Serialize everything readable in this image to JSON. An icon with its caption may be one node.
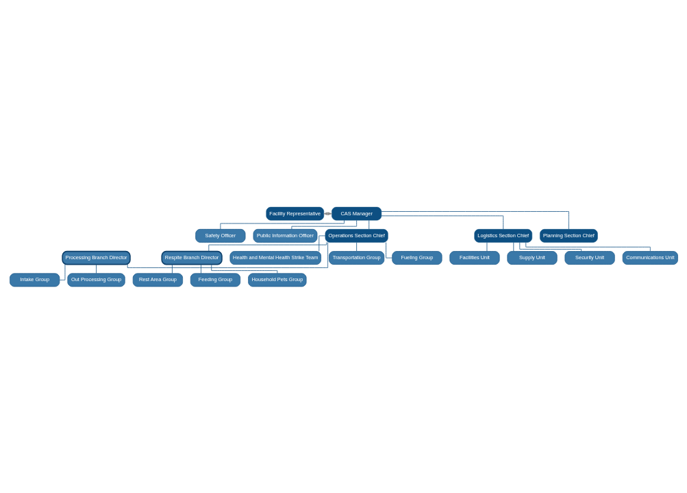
{
  "diagram": {
    "nodes": [
      {
        "text": [
          "Facility Representative"
        ]
      },
      {
        "text": [
          "CAS Manager"
        ]
      },
      {
        "text": [
          "Safety Officer"
        ]
      },
      {
        "text": [
          "Public Information Officer"
        ]
      },
      {
        "text": [
          "Operations Section Chief"
        ]
      },
      {
        "text": [
          "Logistics Section Chief"
        ]
      },
      {
        "text": [
          "Planning Section Chief"
        ]
      },
      {
        "text": [
          "Processing Branch Director"
        ]
      },
      {
        "text": [
          "Respite Branch Director"
        ]
      },
      {
        "text": [
          "Intake Group"
        ]
      },
      {
        "text": [
          "Out Processing Group"
        ]
      },
      {
        "text": [
          "Health and Mental Health Strike Team"
        ]
      },
      {
        "text": [
          "Transportation Group"
        ]
      },
      {
        "text": [
          "Fueling Group"
        ]
      },
      {
        "text": [
          "Rest Area Group"
        ]
      },
      {
        "text": [
          "Feeding Group"
        ]
      },
      {
        "text": [
          "Household Pets Group"
        ]
      },
      {
        "text": [
          "Facilities Unit"
        ]
      },
      {
        "text": [
          "Supply Unit"
        ]
      },
      {
        "text": [
          "Security Unit"
        ]
      },
      {
        "text": [
          "Communications Unit"
        ]
      }
    ],
    "edges": [
      {
        "from": 0,
        "to": 1,
        "arrow": "both",
        "style": "dashed",
        "color": "#8c8c8c"
      },
      {
        "from": 1,
        "to": 2,
        "arrow": "none"
      },
      {
        "from": 1,
        "to": 3,
        "arrow": "none"
      },
      {
        "from": 1,
        "to": 4,
        "arrow": "none"
      },
      {
        "from": 1,
        "to": 5,
        "arrow": "none"
      },
      {
        "from": 1,
        "to": 6,
        "arrow": "none"
      },
      {
        "from": 4,
        "to": 7,
        "arrow": "none"
      },
      {
        "from": 4,
        "to": 8,
        "arrow": "none"
      },
      {
        "from": 7,
        "to": 9,
        "arrow": "none"
      },
      {
        "from": 7,
        "to": 10,
        "arrow": "none"
      },
      {
        "from": 4,
        "to": 11,
        "arrow": "none"
      },
      {
        "from": 4,
        "to": 12,
        "arrow": "none"
      },
      {
        "from": 4,
        "to": 13,
        "arrow": "none"
      },
      {
        "from": 8,
        "to": 14,
        "arrow": "none"
      },
      {
        "from": 8,
        "to": 15,
        "arrow": "none"
      },
      {
        "from": 8,
        "to": 16,
        "arrow": "none"
      },
      {
        "from": 5,
        "to": 17,
        "arrow": "none"
      },
      {
        "from": 5,
        "to": 18,
        "arrow": "none"
      },
      {
        "from": 5,
        "to": 19,
        "arrow": "none"
      },
      {
        "from": 5,
        "to": 20,
        "arrow": "none"
      }
    ]
  }
}
